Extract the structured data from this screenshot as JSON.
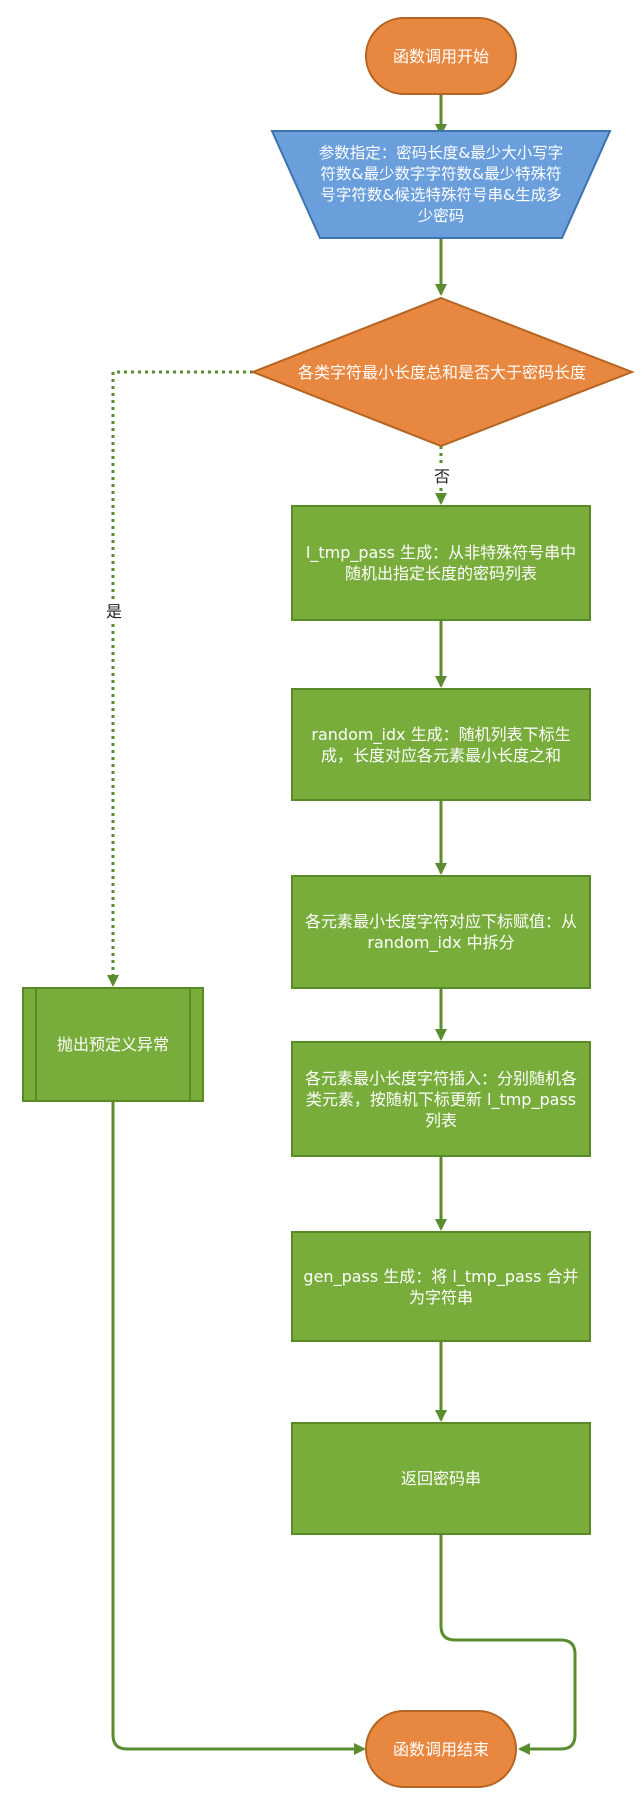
{
  "colors": {
    "start_end_fill": "#e8873f",
    "start_end_stroke": "#b46423",
    "param_fill": "#6a9fdc",
    "param_stroke": "#3e73ad",
    "decision_fill": "#e8873f",
    "decision_stroke": "#b46423",
    "process_fill": "#78ad3c",
    "process_stroke": "#5a8a28",
    "arrow": "#5b8c2f"
  },
  "nodes": {
    "start": "函数调用开始",
    "params": "参数指定：密码长度&最少大小写字符数&最少数字字符数&最少特殊符号字符数&候选特殊符号串&生成多少密码",
    "decision": "各类字符最小长度总和是否大于密码长度",
    "exception": "抛出预定义异常",
    "step1": "l_tmp_pass 生成：从非特殊符号串中随机出指定长度的密码列表",
    "step2": "random_idx 生成：随机列表下标生成，长度对应各元素最小长度之和",
    "step3": "各元素最小长度字符对应下标赋值：从 random_idx 中拆分",
    "step4": "各元素最小长度字符插入：分别随机各类元素，按随机下标更新 l_tmp_pass 列表",
    "step5": "gen_pass 生成：将 l_tmp_pass 合并为字符串",
    "step6": "返回密码串",
    "end": "函数调用结束"
  },
  "edge_labels": {
    "yes": "是",
    "no": "否"
  }
}
